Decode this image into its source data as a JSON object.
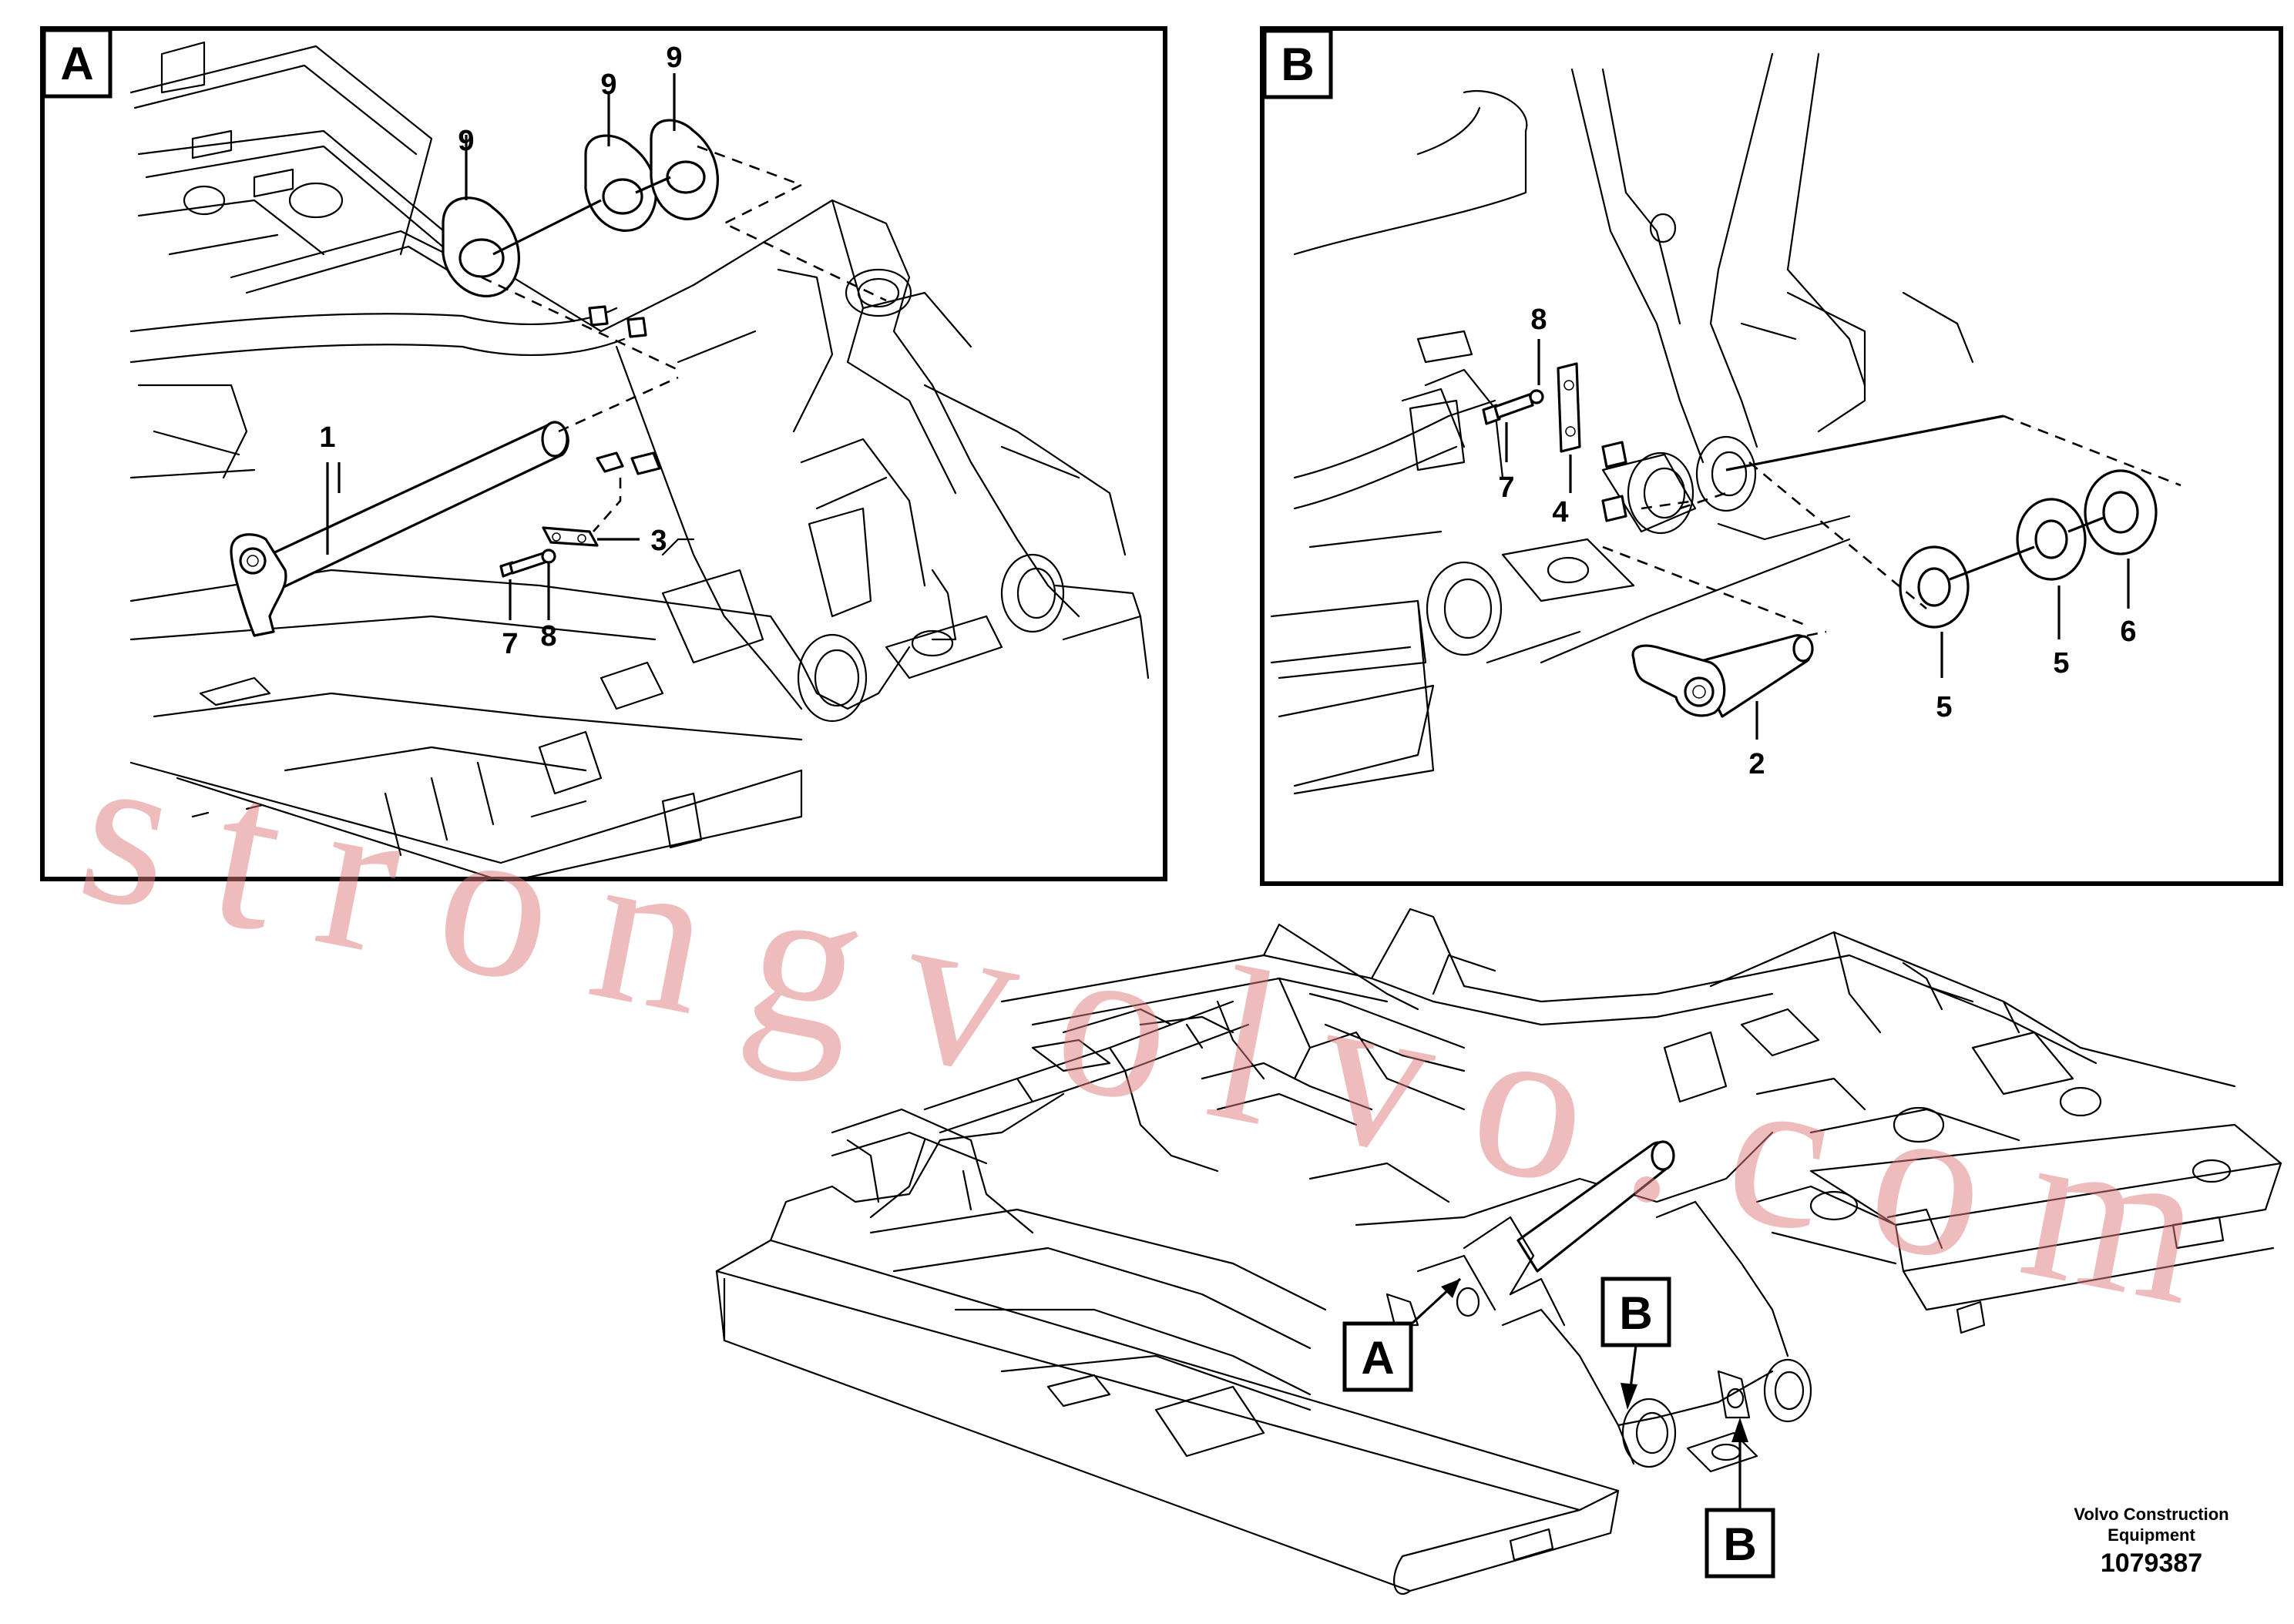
{
  "panels": {
    "a": {
      "tag": "A",
      "labels": {
        "l1": "1",
        "l3": "3",
        "l7": "7",
        "l8": "8",
        "l9a": "9",
        "l9b": "9",
        "l9c": "9"
      }
    },
    "b": {
      "tag": "B",
      "labels": {
        "l2": "2",
        "l4": "4",
        "l5a": "5",
        "l5b": "5",
        "l6": "6",
        "l7": "7",
        "l8": "8"
      }
    }
  },
  "overview": {
    "callout_a": "A",
    "callout_b_top": "B",
    "callout_b_bottom": "B"
  },
  "footer": {
    "maker_line1": "Volvo Construction",
    "maker_line2": "Equipment",
    "figure_number": "1079387"
  },
  "watermark": "strongvolvo.com"
}
